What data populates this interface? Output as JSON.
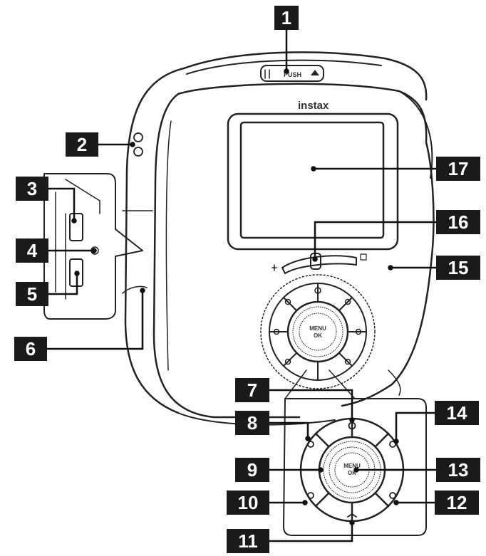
{
  "camera": {
    "brand_label": "instax",
    "shutter_label": "PUSH",
    "menu_label_top": "MENU",
    "menu_label_bottom": "OK"
  },
  "callouts": [
    {
      "num": "1"
    },
    {
      "num": "2"
    },
    {
      "num": "3"
    },
    {
      "num": "4"
    },
    {
      "num": "5"
    },
    {
      "num": "6"
    },
    {
      "num": "7"
    },
    {
      "num": "8"
    },
    {
      "num": "9"
    },
    {
      "num": "10"
    },
    {
      "num": "11"
    },
    {
      "num": "12"
    },
    {
      "num": "13"
    },
    {
      "num": "14"
    },
    {
      "num": "15"
    },
    {
      "num": "16"
    },
    {
      "num": "17"
    }
  ],
  "colors": {
    "badge": "#1a1a1a",
    "line": "#222222",
    "body_fill": "#ffffff"
  }
}
